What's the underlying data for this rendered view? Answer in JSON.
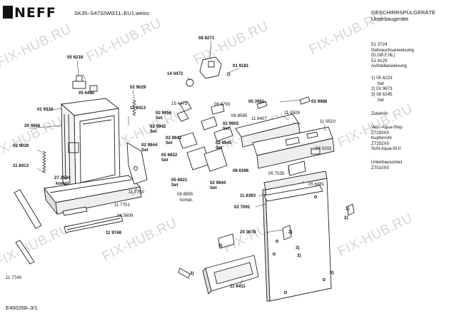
{
  "header": {
    "brand": "NEFF",
    "model": "SK35–S4732W0/11–EU1,weiss",
    "category_line1": "GESCHIRRSPÜLGERÄTE",
    "category_line2": "Unterbaugeräte"
  },
  "footer": {
    "code": "E460268–3/1"
  },
  "watermark": "FIX-HUB.RU",
  "side_notes": [
    "51 3724",
    "Gebrauchsanweisung",
    "(D,GB,F,NL)",
    "51 4129",
    "Aufstellanweisung",
    "",
    "1)  05 6223",
    "     Set",
    "2)  02 9673",
    "3)  08 6145",
    "     Set",
    "",
    "Zubehör:",
    "",
    "Verl.-Aqua-Stop",
    "Z7250X0",
    "Kupferrohr",
    "Z7252X0",
    "Schl.Aqua-St.II",
    "",
    "Unterbausockel",
    "Z7510X0"
  ],
  "part_labels": {
    "p08_8271": "08 8271",
    "p14_0472": "14 0472",
    "p01_9181": "01 9181",
    "p05_6218": "05 6218",
    "p05_6480": "05 6480",
    "p02_9029a": "02 9029",
    "p01_9316": "01 9316",
    "p11_8413a": "11 8413",
    "p20_4666": "20 4666",
    "p02_9029b": "02 9029",
    "p11_8413b": "11 8413",
    "p27_2594": "27 2594",
    "kompl_a": "kompl.",
    "p11_7750": "11 7750",
    "p11_7751": "11 7751",
    "p08_5609": "08 5609",
    "p11_9748": "11 9748",
    "p11_7749": "11 7749",
    "p15_4473": "15 4473",
    "p02_9956": "02 9956",
    "set_a": "Set",
    "p08_6793": "08 6793",
    "p06_8585": "06 8585",
    "p05_3961": "05 3961",
    "p02_9988": "02 9988",
    "p02_9942": "02 9942",
    "set_b": "Set",
    "p02_9902": "02 9902",
    "set_c": "Set",
    "p11_8407": "11 8407",
    "p11_9509": "11 9509",
    "p11_9510": "11 9510",
    "p02_9943": "02 9943",
    "set_d": "Set",
    "p02_9945": "02 9945",
    "set_e": "Set",
    "p02_9944a": "02 9944",
    "set_f": "Set",
    "p05_6822": "05 6822",
    "set_g": "Set",
    "p08_6396": "08 6396",
    "p03_0202": "03 0202",
    "p05_6821": "05 6821",
    "set_h": "Set",
    "p02_9944b": "02 9944",
    "set_i": "Set",
    "p06_8955": "06 8955",
    "kompl_b": "kompl.",
    "p05_7035": "05 7035",
    "p05_6481": "05 6481",
    "p11_8393": "11 8393",
    "p02_7091": "02 7091",
    "p20_3678": "20 3678",
    "p11_8411": "11 8411",
    "n2a": "2)",
    "n3a": "3)",
    "n3b": "3)",
    "n3c": "3)",
    "n3d": "3)",
    "n1a": "1)",
    "n2b": "2)",
    "n3e": "3)"
  }
}
